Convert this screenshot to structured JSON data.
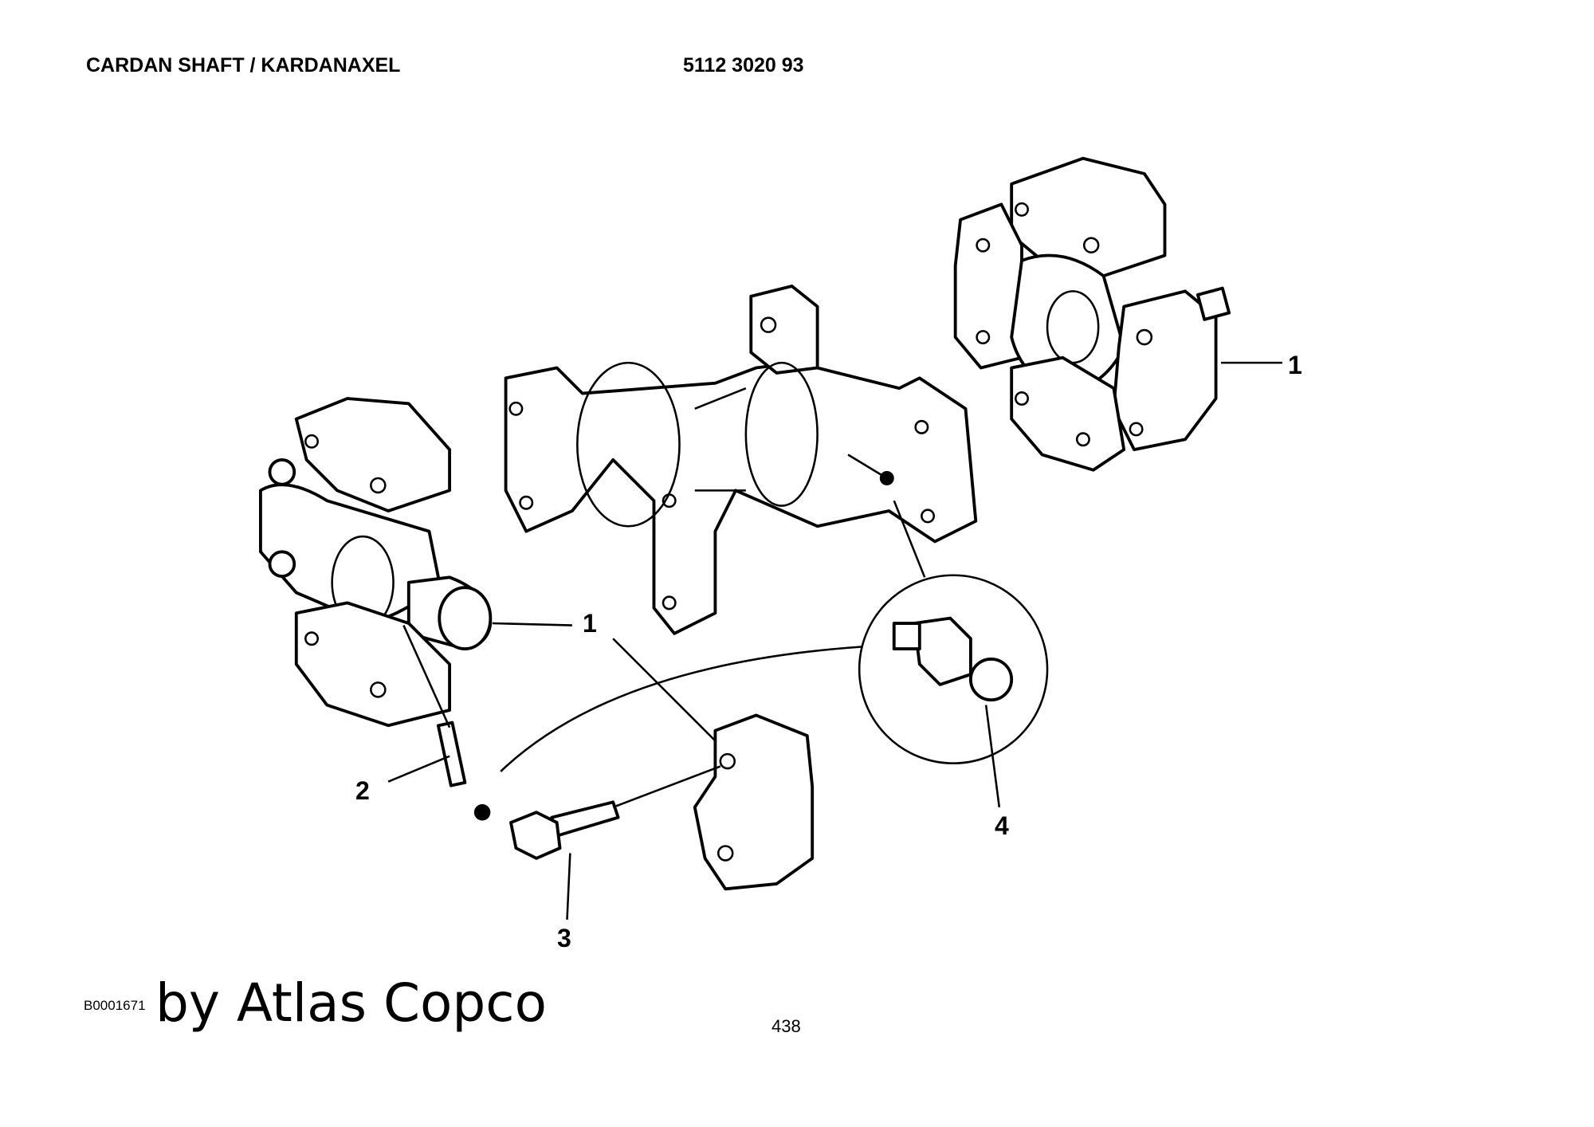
{
  "header": {
    "title": "CARDAN SHAFT / KARDANAXEL",
    "part_number": "5112 3020 93"
  },
  "callouts": [
    "1",
    "1",
    "2",
    "3",
    "4"
  ],
  "footer": {
    "figure_id": "B0001671",
    "brand": "by Atlas Copco",
    "page_number": "438"
  }
}
